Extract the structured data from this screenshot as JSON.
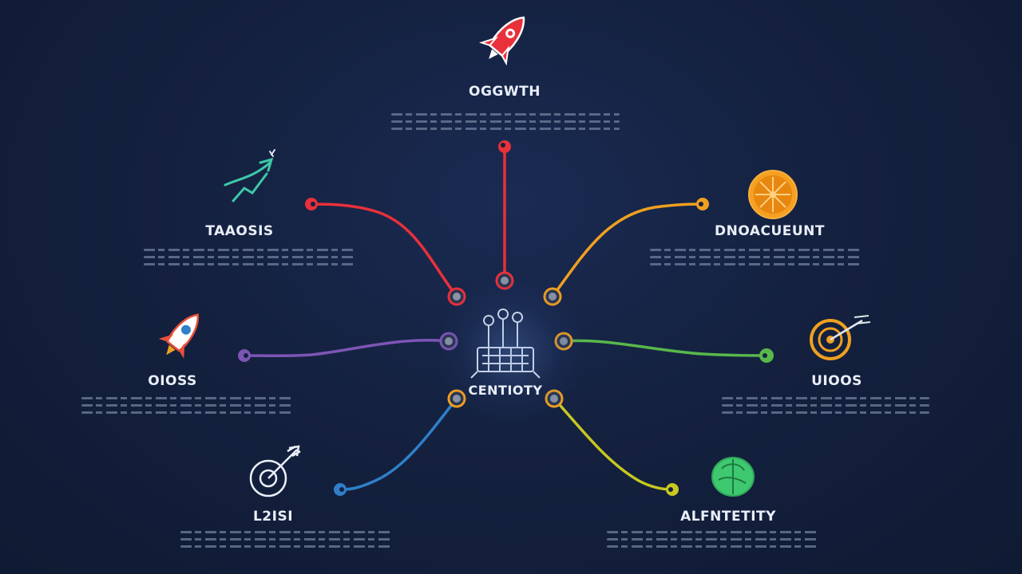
{
  "center": {
    "label": "CENTIOTY",
    "icon": "hub-device-icon"
  },
  "nodes": [
    {
      "id": "top",
      "label": "OGGWTH",
      "icon": "rocket-icon",
      "color": "#e8313a"
    },
    {
      "id": "upper-left",
      "label": "TAAOSIS",
      "icon": "growth-arrow-icon",
      "color": "#e8313a",
      "icon_color": "#3ec8a8"
    },
    {
      "id": "upper-right",
      "label": "DNOACUEUNT",
      "icon": "orange-slice-icon",
      "color": "#f0a020"
    },
    {
      "id": "mid-left",
      "label": "OIOSS",
      "icon": "rocket-icon",
      "color": "#7d55b5"
    },
    {
      "id": "mid-right",
      "label": "UIOOS",
      "icon": "target-icon",
      "color": "#58b84a",
      "icon_color": "#f0a020"
    },
    {
      "id": "lower-left",
      "label": "L2ISI",
      "icon": "target-arrow-icon",
      "color": "#2f7fc9"
    },
    {
      "id": "lower-right",
      "label": "ALFNTETITY",
      "icon": "brain-icon",
      "color": "#c8c820",
      "icon_color": "#3ec870"
    }
  ]
}
